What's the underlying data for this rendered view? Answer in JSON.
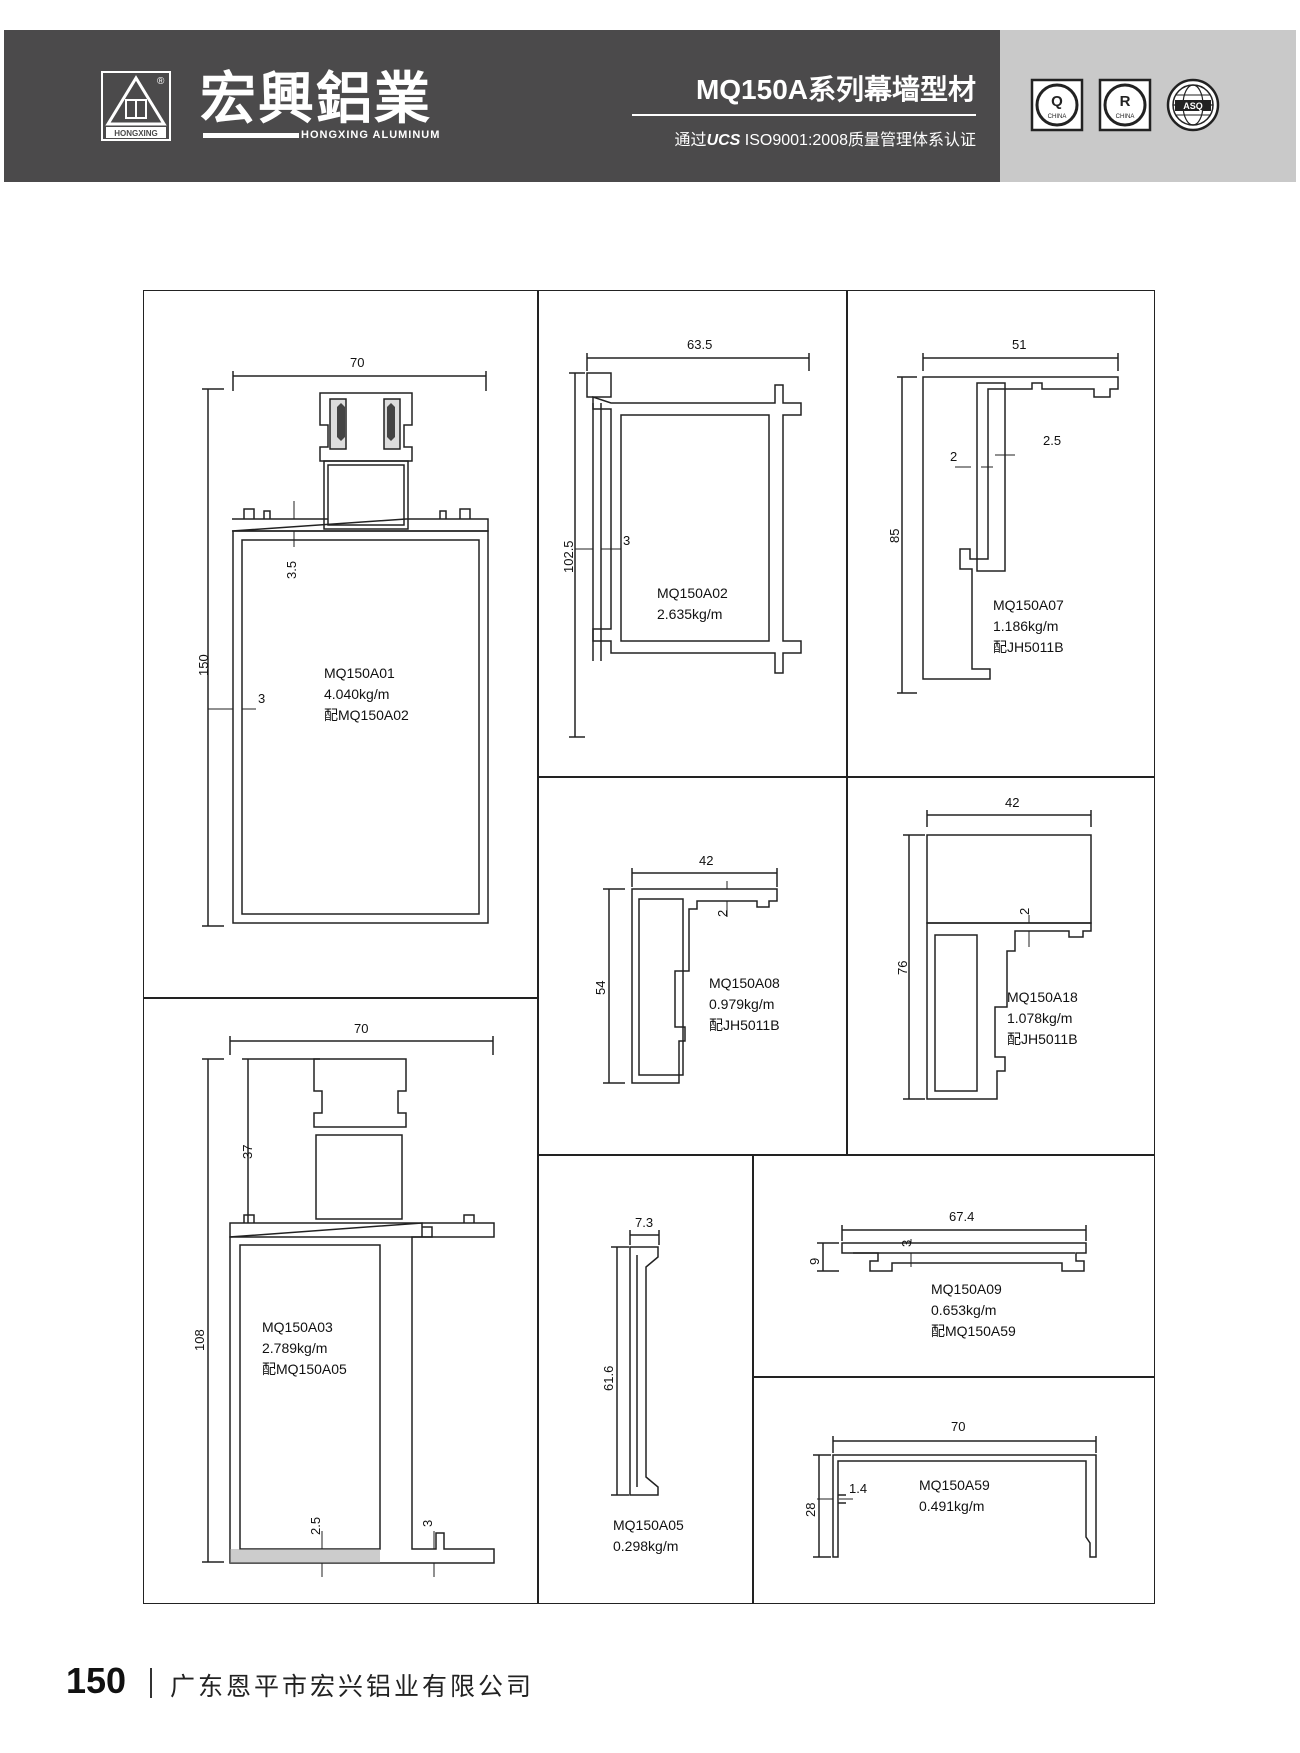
{
  "header": {
    "brand_cn": "宏興鋁業",
    "brand_en": "HONGXING ALUMINUM",
    "logo_text": "HONGXING",
    "reg_mark": "®",
    "series_title": "MQ150A系列幕墙型材",
    "cert_prefix": "通过",
    "cert_ucs": "UCS",
    "cert_suffix": " ISO9001:2008质量管理体系认证",
    "badges": [
      {
        "letter": "Q",
        "sub": "CHINA"
      },
      {
        "letter": "R",
        "sub": "CHINA"
      },
      {
        "letter": "ASQ",
        "sub": ""
      }
    ]
  },
  "profiles": {
    "a01": {
      "code": "MQ150A01",
      "weight": "4.040kg/m",
      "match": "配MQ150A02",
      "dims": {
        "width": "70",
        "height": "150",
        "wall_top": "3.5",
        "wall_side": "3"
      }
    },
    "a02": {
      "code": "MQ150A02",
      "weight": "2.635kg/m",
      "dims": {
        "width": "63.5",
        "height": "102.5",
        "wall": "3"
      }
    },
    "a07": {
      "code": "MQ150A07",
      "weight": "1.186kg/m",
      "match": "配JH5011B",
      "dims": {
        "width": "51",
        "height": "85",
        "wall_a": "2",
        "wall_b": "2.5"
      }
    },
    "a08": {
      "code": "MQ150A08",
      "weight": "0.979kg/m",
      "match": "配JH5011B",
      "dims": {
        "width": "42",
        "height": "54",
        "wall": "2"
      }
    },
    "a18": {
      "code": "MQ150A18",
      "weight": "1.078kg/m",
      "match": "配JH5011B",
      "dims": {
        "width": "42",
        "height": "76",
        "wall": "2"
      }
    },
    "a03": {
      "code": "MQ150A03",
      "weight": "2.789kg/m",
      "match": "配MQ150A05",
      "dims": {
        "width": "70",
        "height": "108",
        "top": "37",
        "wall_a": "2.5",
        "wall_b": "3"
      }
    },
    "a05": {
      "code": "MQ150A05",
      "weight": "0.298kg/m",
      "dims": {
        "width": "7.3",
        "height": "61.6"
      }
    },
    "a09": {
      "code": "MQ150A09",
      "weight": "0.653kg/m",
      "match": "配MQ150A59",
      "dims": {
        "width": "67.4",
        "height": "9",
        "wall": "3"
      }
    },
    "a59": {
      "code": "MQ150A59",
      "weight": "0.491kg/m",
      "dims": {
        "width": "70",
        "height": "28",
        "wall": "1.4"
      }
    }
  },
  "footer": {
    "page_number": "150",
    "company": "广东恩平市宏兴铝业有限公司"
  },
  "colors": {
    "header_dark": "#4b4a4b",
    "header_light": "#c9c9c9",
    "ink": "#111111"
  }
}
